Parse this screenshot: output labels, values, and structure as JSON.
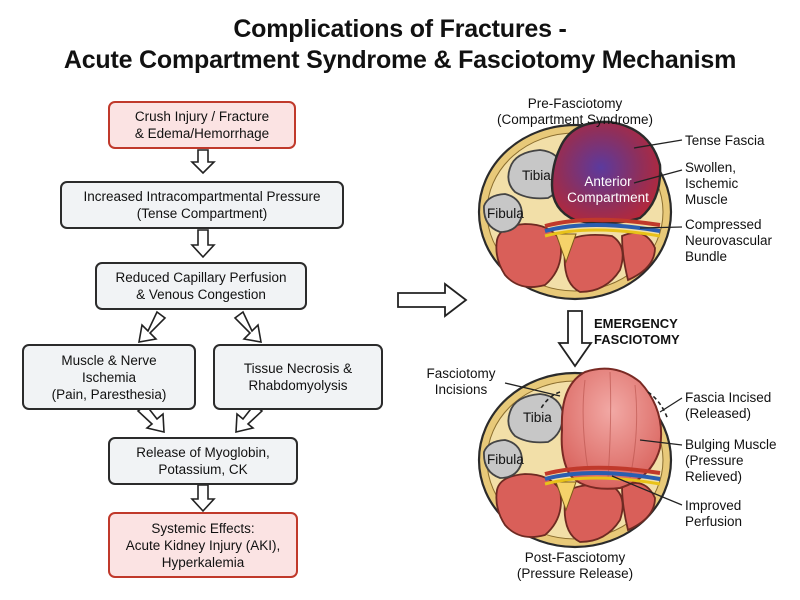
{
  "title": {
    "line1": "Complications of Fractures -",
    "line2": "Acute Compartment Syndrome & Fasciotomy Mechanism"
  },
  "flowchart": {
    "crush": [
      "Crush Injury / Fracture",
      "& Edema/Hemorrhage"
    ],
    "pressure": [
      "Increased Intracompartmental Pressure",
      "(Tense Compartment)"
    ],
    "perfusion": [
      "Reduced Capillary Perfusion",
      "& Venous Congestion"
    ],
    "ischemia": [
      "Muscle & Nerve",
      "Ischemia",
      "(Pain, Paresthesia)"
    ],
    "necrosis": [
      "Tissue Necrosis &",
      "Rhabdomyolysis"
    ],
    "myoglobin": [
      "Release of Myoglobin,",
      "Potassium, CK"
    ],
    "systemic": [
      "Systemic Effects:",
      "Acute Kidney Injury (AKI),",
      "Hyperkalemia"
    ]
  },
  "pre": {
    "heading": [
      "Pre-Fasciotomy",
      "(Compartment Syndrome)"
    ],
    "tibia": "Tibia",
    "fibula": "Fibula",
    "anterior": [
      "Anterior",
      "Compartment"
    ],
    "tense_fascia": "Tense Fascia",
    "swollen": [
      "Swollen,",
      "Ischemic",
      "Muscle"
    ],
    "compressed": [
      "Compressed",
      "Neurovascular",
      "Bundle"
    ]
  },
  "transition": [
    "EMERGENCY",
    "FASCIOTOMY"
  ],
  "post": {
    "heading": [
      "Post-Fasciotomy",
      "(Pressure Release)"
    ],
    "tibia": "Tibia",
    "fibula": "Fibula",
    "incisions": [
      "Fasciotomy",
      "Incisions"
    ],
    "fascia_incised": [
      "Fascia Incised",
      "(Released)"
    ],
    "bulging": [
      "Bulging Muscle",
      "(Pressure",
      "Relieved)"
    ],
    "improved": [
      "Improved",
      "Perfusion"
    ]
  }
}
